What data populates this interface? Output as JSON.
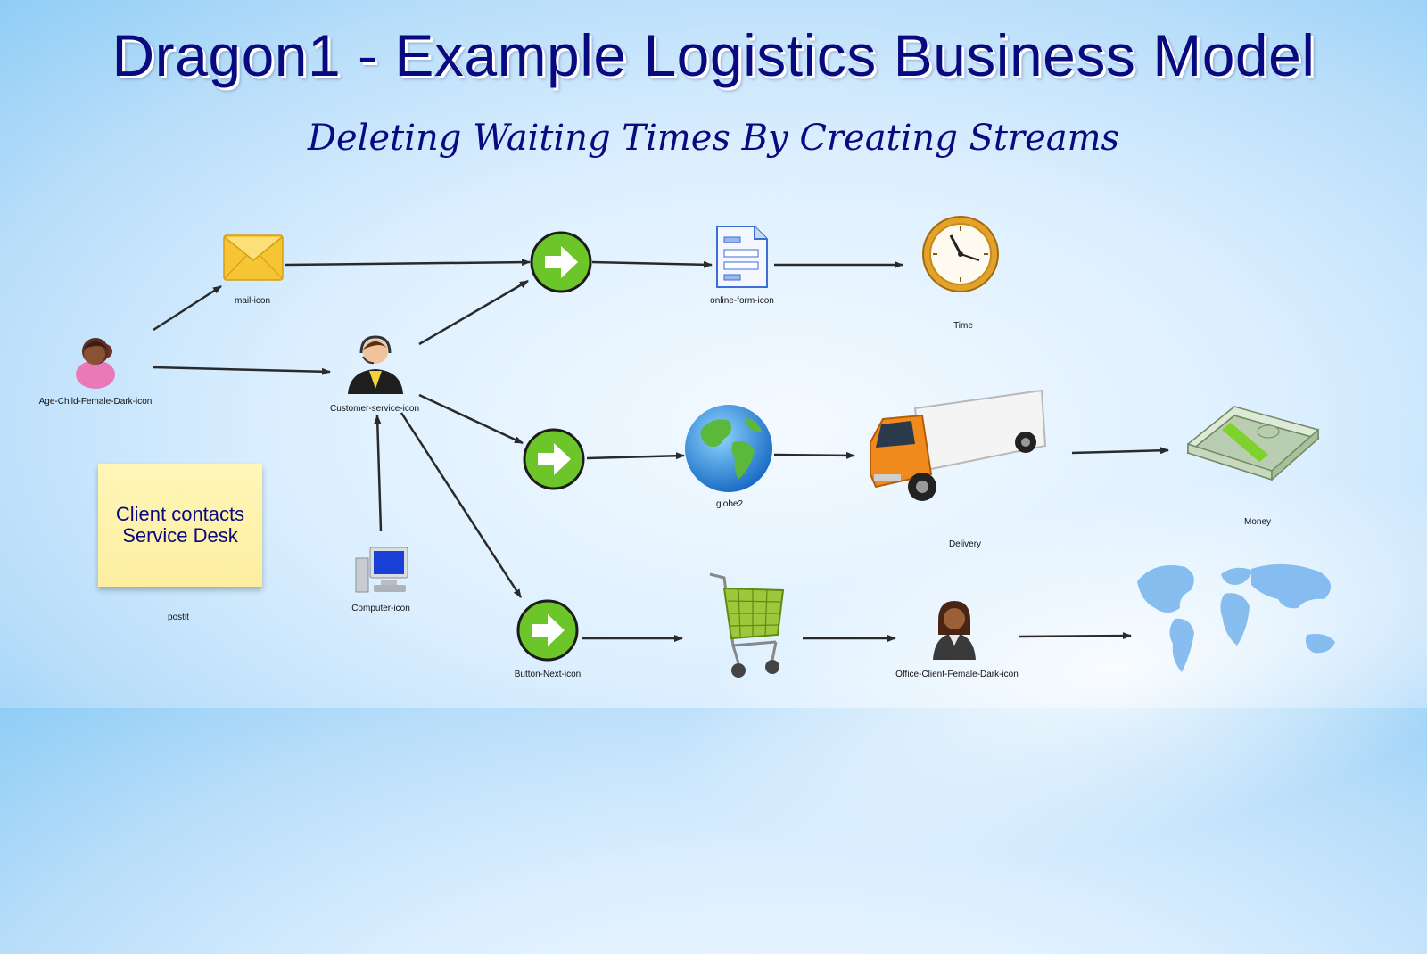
{
  "title": "Dragon1 - Example Logistics Business Model",
  "subtitle": "Deleting Waiting Times By Creating Streams",
  "postit": {
    "line1": "Client contacts",
    "line2": "Service Desk"
  },
  "labels": {
    "mail": "mail-icon",
    "child": "Age-Child-Female-Dark-icon",
    "customer_service": "Customer-service-icon",
    "computer": "Computer-icon",
    "postit": "postit",
    "online_form": "online-form-icon",
    "time": "Time",
    "globe": "globe2",
    "delivery": "Delivery",
    "money": "Money",
    "button_next": "Button-Next-icon",
    "office_client": "Office-Client-Female-Dark-icon"
  },
  "colors": {
    "title": "#0a0a80",
    "arrow": "#2a2a2a",
    "next_button": "#6cc62a",
    "postit": "#fdeea0"
  },
  "icons": [
    "mail-icon",
    "child-icon",
    "customer-service-icon",
    "computer-icon",
    "next-button-icon",
    "online-form-icon",
    "clock-icon",
    "globe-icon",
    "truck-icon",
    "money-icon",
    "shopping-cart-icon",
    "office-client-icon",
    "world-map-icon"
  ]
}
